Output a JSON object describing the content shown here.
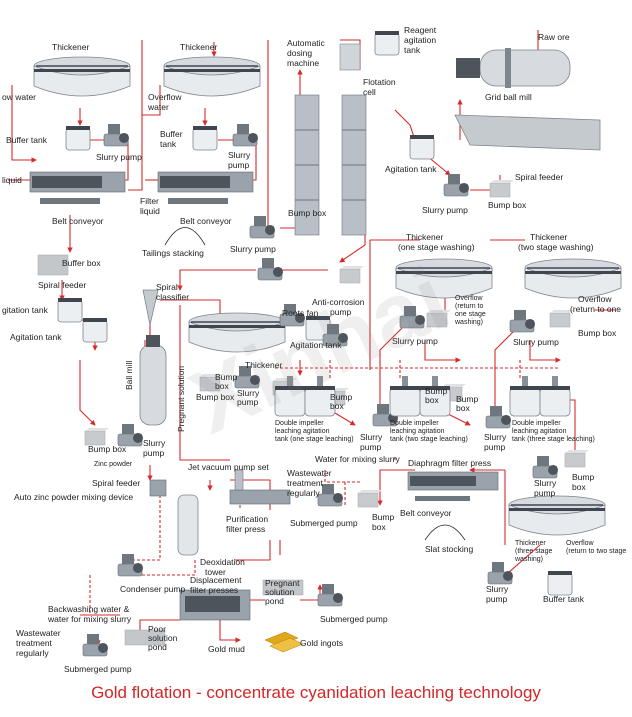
{
  "labels": {
    "thickener_1": "Thickener",
    "overflow_water_1": "ow water",
    "buffer_tank_1": "Buffer tank",
    "slurry_pump_1": "Slurry pump",
    "liquid_1": "liquid",
    "belt_conveyor_1": "Belt conveyor",
    "thickener_2": "Thickener",
    "overflow_water_2a": "Overflow",
    "overflow_water_2b": "water",
    "buffer_tank_2a": "Buffer",
    "buffer_tank_2b": "tank",
    "slurry_pump_2a": "Slurry",
    "slurry_pump_2b": "pump",
    "filter_liquid_a": "Filter",
    "filter_liquid_b": "liquid",
    "belt_conveyor_2": "Belt conveyor",
    "tailings_stacking": "Tailings stacking",
    "auto_dosing_a": "Automatic",
    "auto_dosing_b": "dosing",
    "auto_dosing_c": "machine",
    "reagent_tank_a": "Reagent",
    "reagent_tank_b": "agitation",
    "reagent_tank_c": "tank",
    "flotation_cell": "Flotation",
    "flotation_cell_b": "cell",
    "raw_ore": "Raw ore",
    "grid_ball_mill": "Grid ball mill",
    "agitation_tank_main": "Agitation tank",
    "spiral_feeder_main": "Spiral feeder",
    "slurry_pump_3": "Slurry pump",
    "bump_box_1": "Bump box",
    "bump_box_2": "Bump box",
    "slurry_pump_4": "Slurry pump",
    "buffer_box": "Buffer box",
    "spiral_feeder_left": "Spiral feeder",
    "agitation_tank_left_1": "gitation tank",
    "agitation_tank_left_2": "Agitation tank",
    "spiral_classifier_a": "Spiral",
    "spiral_classifier_b": "classifier",
    "ball_mill": "Ball mill",
    "pregnant_solution": "Pregnant solution",
    "slurry_pump_5a": "Slurry",
    "slurry_pump_5b": "pump",
    "bump_box_3": "Bump box",
    "slurry_pump_6a": "Slurry",
    "slurry_pump_6b": "pump",
    "bump_box_4": "Bump box",
    "roots_fan": "Roots fan",
    "anti_corrosion_a": "Anti-corrosion",
    "anti_corrosion_b": "pump",
    "agitation_tank_small": "Agitation tank",
    "thickener_center": "Thickener",
    "bump_box_5a": "Bump",
    "bump_box_5b": "box",
    "slurry_pump_7a": "Slurry",
    "slurry_pump_7b": "pump",
    "bump_box_6a": "Bump",
    "bump_box_6b": "box",
    "leach_1a": "Double impeller",
    "leach_1b": "leaching agitation",
    "leach_1c": "tank (one stage leaching)",
    "thickener_one_a": "Thickener",
    "thickener_one_b": "(one stage washing)",
    "overflow_one_a": "Overflow",
    "overflow_one_b": "(return to",
    "overflow_one_c": "one stage",
    "overflow_one_d": "washing)",
    "slurry_pump_8": "Slurry pump",
    "bump_box_7a": "Bump",
    "bump_box_7b": "box",
    "slurry_pump_9a": "Slurry",
    "slurry_pump_9b": "pump",
    "leach_2a": "Double impeller",
    "leach_2b": "leaching agitation",
    "leach_2c": "tank (two stage leaching)",
    "bump_box_8a": "Bump",
    "bump_box_8b": "box",
    "slurry_pump_10a": "Slurry",
    "slurry_pump_10b": "pump",
    "thickener_two_a": "Thickener",
    "thickener_two_b": "(two stage washing)",
    "overflow_two_a": "Overflow",
    "overflow_two_b": "(return to one",
    "bump_box_9": "Bump box",
    "slurry_pump_11": "Slurry pump",
    "leach_3a": "Double impeller",
    "leach_3b": "leaching agitation",
    "leach_3c": "tank (three stage leaching)",
    "zinc_powder": "Zinc powder",
    "spiral_feeder_zinc": "Spiral feeder",
    "auto_zinc": "Auto zinc powder mixing device",
    "jet_vacuum": "Jet vacuum pump set",
    "purification_a": "Purification",
    "purification_b": "filter press",
    "deoxidation_a": "Deoxidation",
    "deoxidation_b": "tower",
    "condenser_pump": "Condenser pump",
    "water_mixing_slurry": "Water for mixing slurry",
    "wastewater_1a": "Wastewater",
    "wastewater_1b": "treatment",
    "wastewater_1c": "regularly",
    "submerged_pump_1": "Submerged pump",
    "bump_box_10a": "Bump",
    "bump_box_10b": "box",
    "diaphragm_filter": "Diaphragm filter press",
    "belt_conveyor_3": "Belt conveyor",
    "slat_stocking": "Slat stocking",
    "slurry_pump_12a": "Slurry",
    "slurry_pump_12b": "pump",
    "bump_box_11a": "Bump",
    "bump_box_11b": "box",
    "thickener_three_a": "Thickener",
    "thickener_three_b": "(three stage",
    "thickener_three_c": "washing)",
    "overflow_three_a": "Overflow",
    "overflow_three_b": "(return to two stage",
    "slurry_pump_13a": "Slurry",
    "slurry_pump_13b": "pump",
    "buffer_tank_3": "Buffer tank",
    "displacement_a": "Displacement",
    "displacement_b": "filter presses",
    "pregnant_pond_a": "Pregnant",
    "pregnant_pond_b": "solution",
    "pregnant_pond_c": "pond",
    "submerged_pump_2": "Submerged pump",
    "backwash_a": "Backwashing water &",
    "backwash_b": "water for mixing slurry",
    "wastewater_2a": "Wastewater",
    "wastewater_2b": "treatment",
    "wastewater_2c": "regularly",
    "poor_pond_a": "Poor",
    "poor_pond_b": "solution",
    "poor_pond_c": "pond",
    "gold_mud": "Gold mud",
    "gold_ingots": "Gold ingots",
    "submerged_pump_3": "Submerged pump"
  },
  "caption": "Gold flotation - concentrate cyanidation leaching technology",
  "colors": {
    "flow_line": "#d62b2b",
    "caption": "#d42626",
    "equipment": "#9aa3ab",
    "gold": "#e0a81b"
  }
}
